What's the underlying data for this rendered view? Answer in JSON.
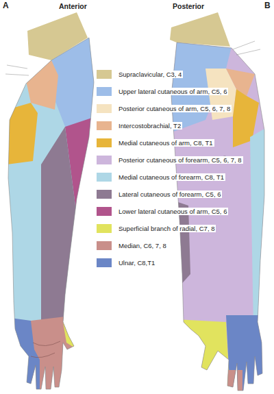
{
  "diagram": {
    "labels": [
      "A",
      "Anterior",
      "Posterior",
      "B"
    ],
    "legend": [
      {
        "text": "Supraclavicular, C3, 4",
        "color": "#d6c892"
      },
      {
        "text": "Upper lateral cutaneous of arm, C5, 6",
        "color": "#9dbde8"
      },
      {
        "text": "Posterior cutaneous of arm, C5, 6, 7, 8",
        "color": "#f5e3c0"
      },
      {
        "text": "Intercostobrachial, T2",
        "color": "#e8b48f"
      },
      {
        "text": "Medial cutaneous of arm, C8, T1",
        "color": "#e7b53a"
      },
      {
        "text": "Posterior cutaneous of forearm, C5, 6, 7, 8",
        "color": "#cdb6dc"
      },
      {
        "text": "Medial cutaneous of forearm, C8, T1",
        "color": "#aed7e6"
      },
      {
        "text": "Lateral cutaneous of forearm, C5, 6",
        "color": "#8e7a92"
      },
      {
        "text": "Lower lateral cutaneous of arm, C5, 6",
        "color": "#b1548c"
      },
      {
        "text": "Superficial branch of radial, C7, 8",
        "color": "#e1e35e"
      },
      {
        "text": "Median, C6, 7, 8",
        "color": "#c98f8a"
      },
      {
        "text": "Ulnar, C8,T1",
        "color": "#6b86c6"
      }
    ]
  }
}
